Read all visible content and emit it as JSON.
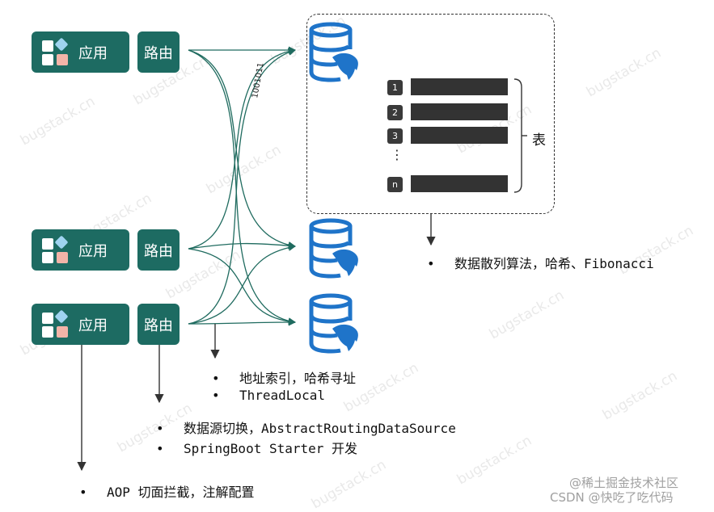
{
  "nodes": {
    "app_label": "应用",
    "route_label": "路由"
  },
  "binary_label": "1001011",
  "table": {
    "rows": [
      "1",
      "2",
      "3",
      "⋮",
      "n"
    ],
    "label": "表"
  },
  "notes": {
    "db_hash": "数据散列算法，哈希、Fibonacci",
    "router_index": "地址索引，哈希寻址",
    "threadlocal": "ThreadLocal",
    "datasource_switch": "数据源切换，AbstractRoutingDataSource",
    "starter": "SpringBoot Starter 开发",
    "aop": "AOP 切面拦截，注解配置"
  },
  "bullet": "•",
  "watermark": "bugstack.cn",
  "credits": [
    "@稀土掘金技术社区",
    "CSDN @快吃了吃代码"
  ],
  "colors": {
    "node": "#1d6b62",
    "connector": "#1f6b5f",
    "db": "#1f74c9",
    "dashed_frame": "#333333"
  }
}
